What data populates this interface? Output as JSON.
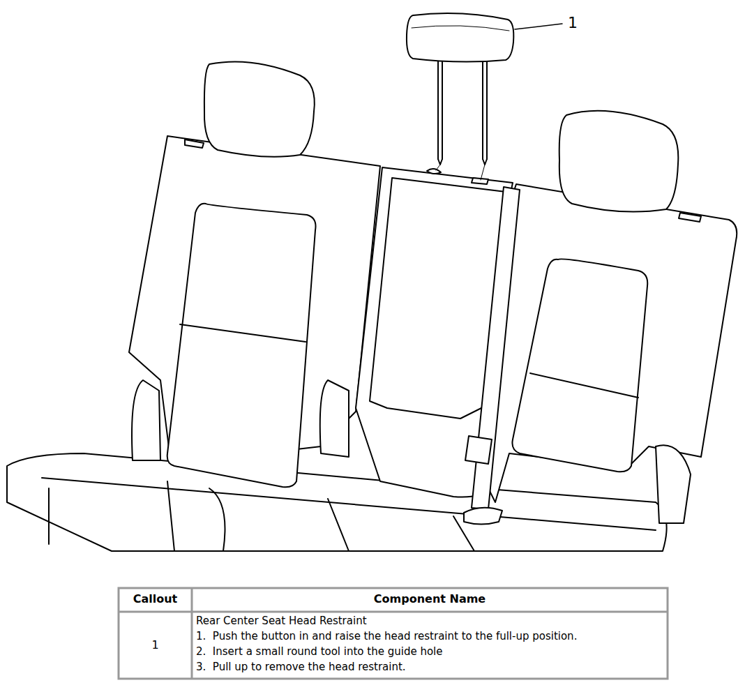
{
  "diagram": {
    "labels": [
      "1",
      "Callout",
      "Component Name",
      "1",
      "Rear Center Seat Head Restraint",
      "1.  Push the button in and raise the head restraint to the full-up position.",
      "2.  Insert a small round tool into the guide hole",
      "3.  Pull up to remove the head restraint."
    ]
  }
}
